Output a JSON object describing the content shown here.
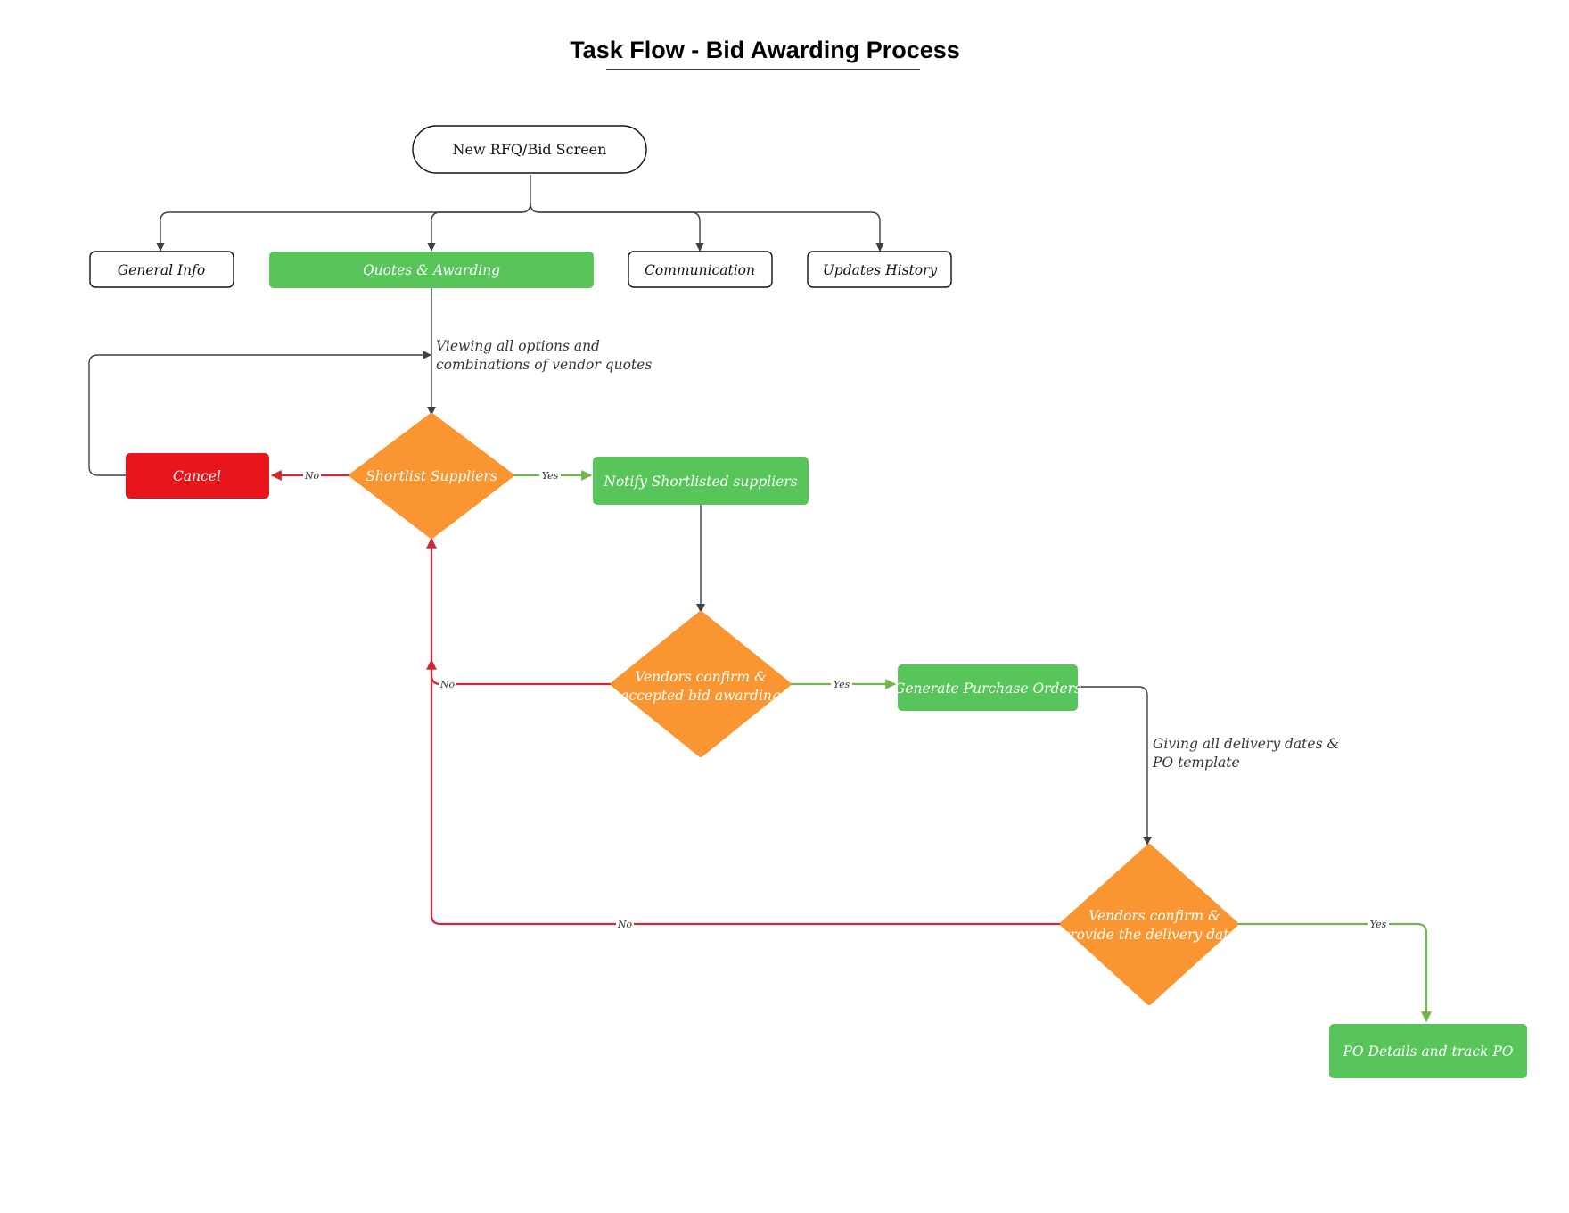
{
  "title": "Task Flow - Bid Awarding Process",
  "colors": {
    "green": "#57c55a",
    "orange": "#fa9632",
    "red": "#e8161a",
    "edge_dark": "#3b4149",
    "edge_red": "#cc2a36",
    "edge_green": "#72b54a",
    "text_dark": "#111111",
    "text_white": "#ffffff"
  },
  "nodes": {
    "start": "New RFQ/Bid Screen",
    "general_info": "General Info",
    "quotes_awarding": "Quotes & Awarding",
    "communication": "Communication",
    "updates_history": "Updates History",
    "shortlist": "Shortlist Suppliers",
    "cancel": "Cancel",
    "notify": "Notify Shortlisted suppliers",
    "vendors_confirm_1": [
      "Vendors confirm &",
      "accepted bid awarding"
    ],
    "generate_po": "Generate Purchase Orders",
    "vendors_confirm_2": [
      "Vendors confirm &",
      "provide the delivery date"
    ],
    "po_details": "PO Details and track PO"
  },
  "annotations": {
    "viewing": [
      "Viewing all options and",
      "combinations of vendor quotes"
    ],
    "giving": [
      "Giving all delivery dates &",
      "PO template"
    ]
  },
  "edge_labels": {
    "no_cancel": "No",
    "yes_notify": "Yes",
    "no_confirm1": "No",
    "yes_generate": "Yes",
    "no_confirm2": "No",
    "yes_po": "Yes"
  }
}
